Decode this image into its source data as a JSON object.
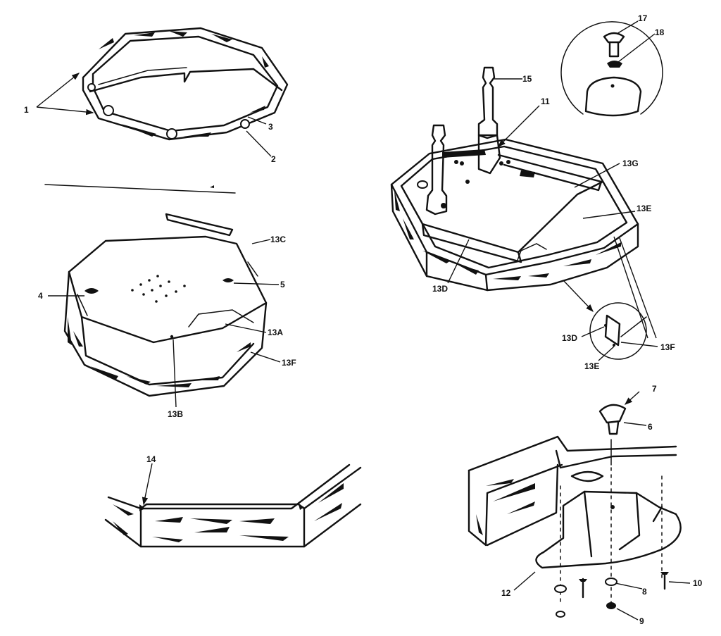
{
  "labels": {
    "p1": "1",
    "p2": "2",
    "p3": "3",
    "p4": "4",
    "p5": "5",
    "p6": "6",
    "p7": "7",
    "p8": "8",
    "p9": "9",
    "p10": "10",
    "p11": "11",
    "p12": "12",
    "p13a": "13A",
    "p13b": "13B",
    "p13c": "13C",
    "p13d": "13D",
    "p13d_detail": "13D",
    "p13e": "13E",
    "p13e_detail": "13E",
    "p13f": "13F",
    "p13f_detail": "13F",
    "p13g": "13G",
    "p14": "14",
    "p15": "15",
    "p17": "17",
    "p18": "18"
  }
}
